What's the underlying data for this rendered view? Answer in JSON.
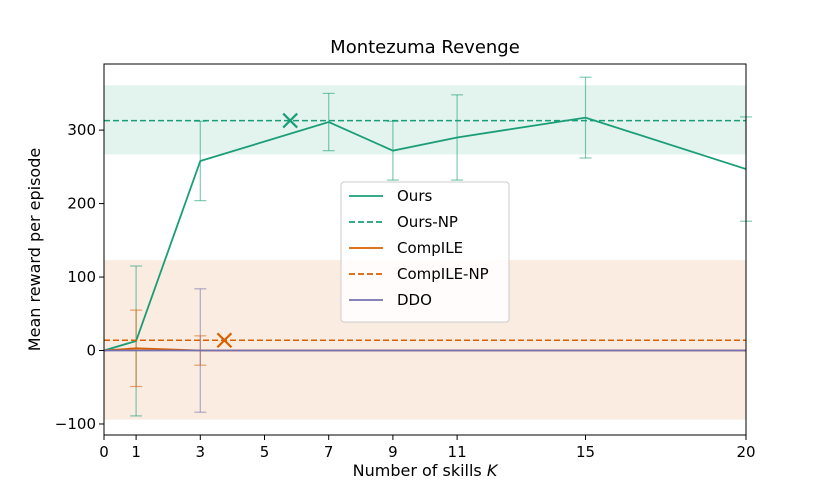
{
  "chart_data": {
    "type": "line",
    "title": "Montezuma Revenge",
    "xlabel": "Number of skills",
    "xlabel_var": "K",
    "ylabel": "Mean reward per episode",
    "xlim": [
      0,
      20
    ],
    "ylim": [
      -115,
      390
    ],
    "xticks": [
      0,
      1,
      3,
      5,
      7,
      9,
      11,
      15,
      20
    ],
    "yticks": [
      -100,
      0,
      100,
      200,
      300
    ],
    "legend_position": "center",
    "series": [
      {
        "name": "Ours",
        "style": "solid",
        "color": "#1b9e77",
        "x": [
          0,
          1,
          3,
          7,
          9,
          11,
          15,
          20
        ],
        "y": [
          0,
          13,
          258,
          311,
          272,
          290,
          317,
          247
        ],
        "err": [
          0,
          102,
          54,
          39,
          40,
          58,
          55,
          71
        ]
      },
      {
        "name": "Ours-NP",
        "style": "dashed",
        "color": "#1b9e77",
        "value": 313,
        "band": [
          267,
          361
        ],
        "marker": {
          "x": 5.8,
          "y": 313
        }
      },
      {
        "name": "CompILE",
        "style": "solid",
        "color": "#d95f02",
        "x": [
          0,
          1,
          3,
          5,
          7,
          9,
          11,
          15,
          20
        ],
        "y": [
          0,
          3,
          0,
          0,
          0,
          0,
          0,
          0,
          0
        ],
        "err": [
          0,
          52,
          20,
          0,
          0,
          0,
          0,
          0,
          0
        ]
      },
      {
        "name": "CompILE-NP",
        "style": "dashed",
        "color": "#d95f02",
        "value": 14,
        "band": [
          -94,
          123
        ],
        "marker": {
          "x": 3.75,
          "y": 14
        }
      },
      {
        "name": "DDO",
        "style": "solid",
        "color": "#7570b3",
        "x": [
          0,
          1,
          3,
          5,
          7,
          9,
          11,
          15,
          20
        ],
        "y": [
          0,
          0,
          0,
          0,
          0,
          0,
          0,
          0,
          0
        ],
        "err": [
          0,
          0,
          84,
          0,
          0,
          0,
          0,
          0,
          0
        ]
      }
    ]
  }
}
